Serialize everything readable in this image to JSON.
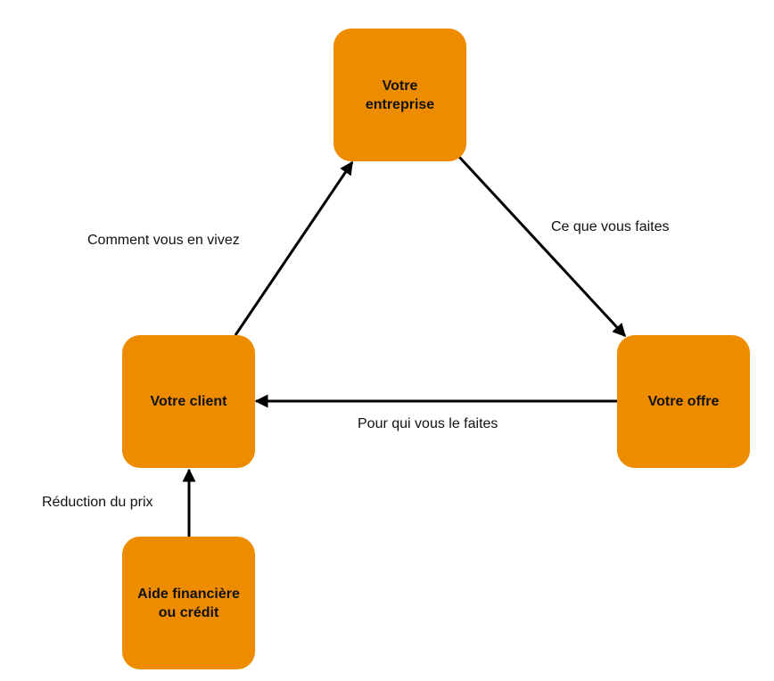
{
  "colors": {
    "node_fill": "#EE8C00",
    "edge": "#000000",
    "text": "#111111"
  },
  "nodes": {
    "entreprise": "Votre entreprise",
    "client": "Votre client",
    "offre": "Votre offre",
    "aide": "Aide financière ou crédit"
  },
  "edges": {
    "entreprise_to_offre": "Ce que vous faites",
    "offre_to_client": "Pour qui vous le faites",
    "client_to_entreprise": "Comment vous en vivez",
    "aide_to_client": "Réduction du prix"
  }
}
